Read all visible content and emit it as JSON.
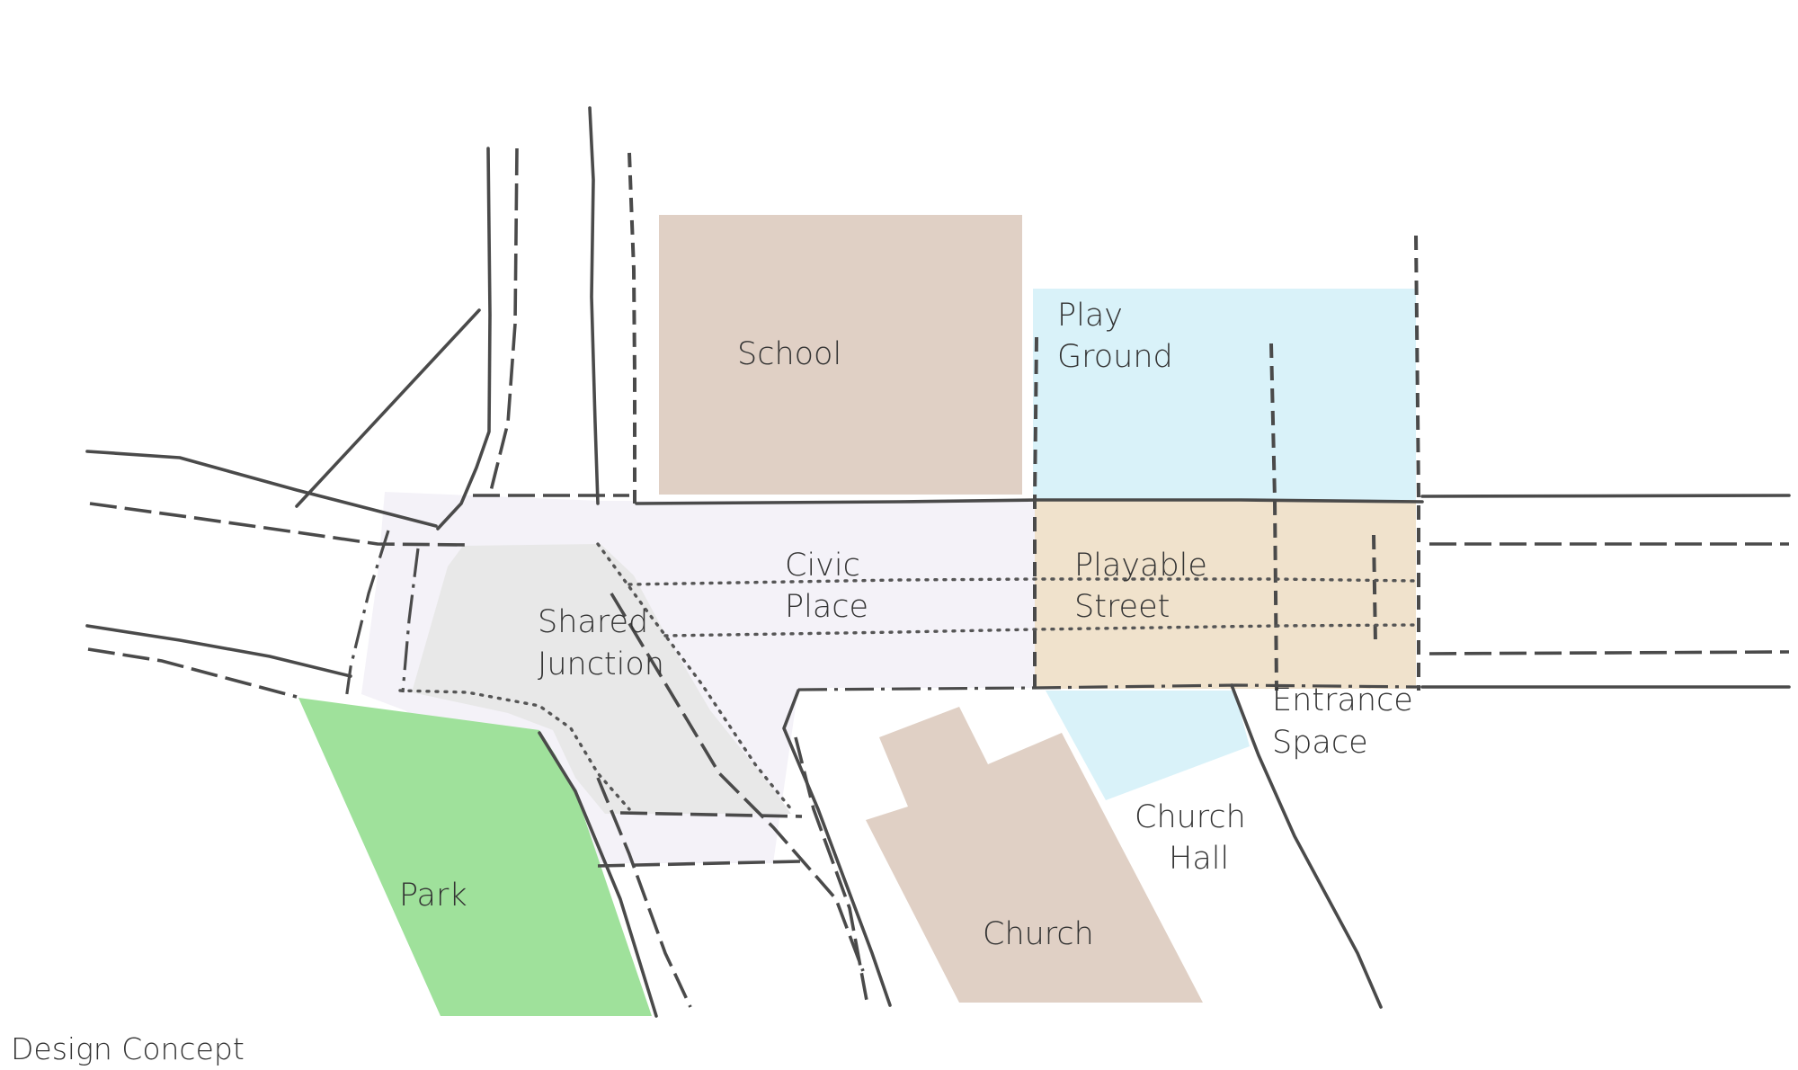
{
  "caption": "Design Concept",
  "zones": {
    "school": {
      "label": "School",
      "color": "#e0d0c5"
    },
    "playground": {
      "lines": [
        "Play",
        "Ground"
      ],
      "color": "#d9f2f9"
    },
    "civic_place": {
      "lines": [
        "Civic",
        "Place"
      ],
      "color": "#f4f2f8"
    },
    "shared_junction": {
      "lines": [
        "Shared",
        "Junction"
      ],
      "color": "#e8e8e8"
    },
    "playable_street": {
      "lines": [
        "Playable",
        "Street"
      ],
      "color": "#f0e2cc"
    },
    "entrance_space": {
      "lines": [
        "Entrance",
        "Space"
      ],
      "color": "#d9f2f9"
    },
    "church_hall": {
      "lines": [
        "Church",
        "Hall"
      ]
    },
    "church": {
      "label": "Church",
      "color": "#e0d0c5"
    },
    "park": {
      "label": "Park",
      "color": "#9fe19b"
    }
  },
  "line_color": "#4a4a4a"
}
